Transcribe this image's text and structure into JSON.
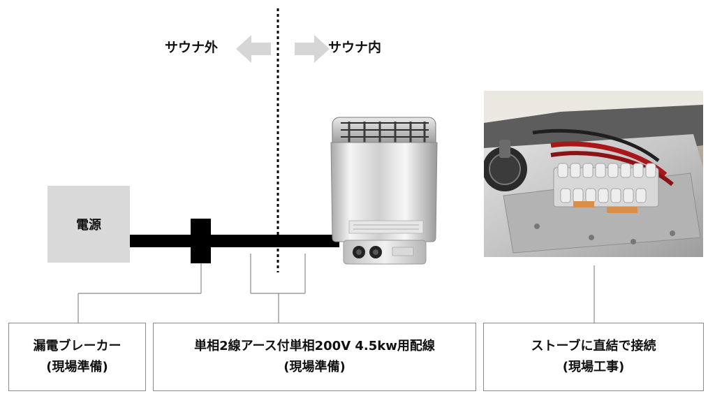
{
  "zones": {
    "outside": "サウナ外",
    "inside": "サウナ内"
  },
  "power_source": {
    "label": "電源"
  },
  "labels": {
    "breaker": {
      "line1": "漏電ブレーカー",
      "line2": "(現場準備)"
    },
    "wiring": {
      "line1": "単相2線アース付単相200V 4.5kw用配線",
      "line2": "(現場準備)"
    },
    "connection": {
      "line1": "ストーブに直結で接続",
      "line2": "(現場工事)"
    }
  },
  "colors": {
    "cable": "#000000",
    "power_box": "#d9d9d9",
    "arrow": "#d6d6d6",
    "leader": "#8a8a8a"
  },
  "icons": {
    "arrow_left": "arrow-left-icon",
    "arrow_right": "arrow-right-icon"
  }
}
